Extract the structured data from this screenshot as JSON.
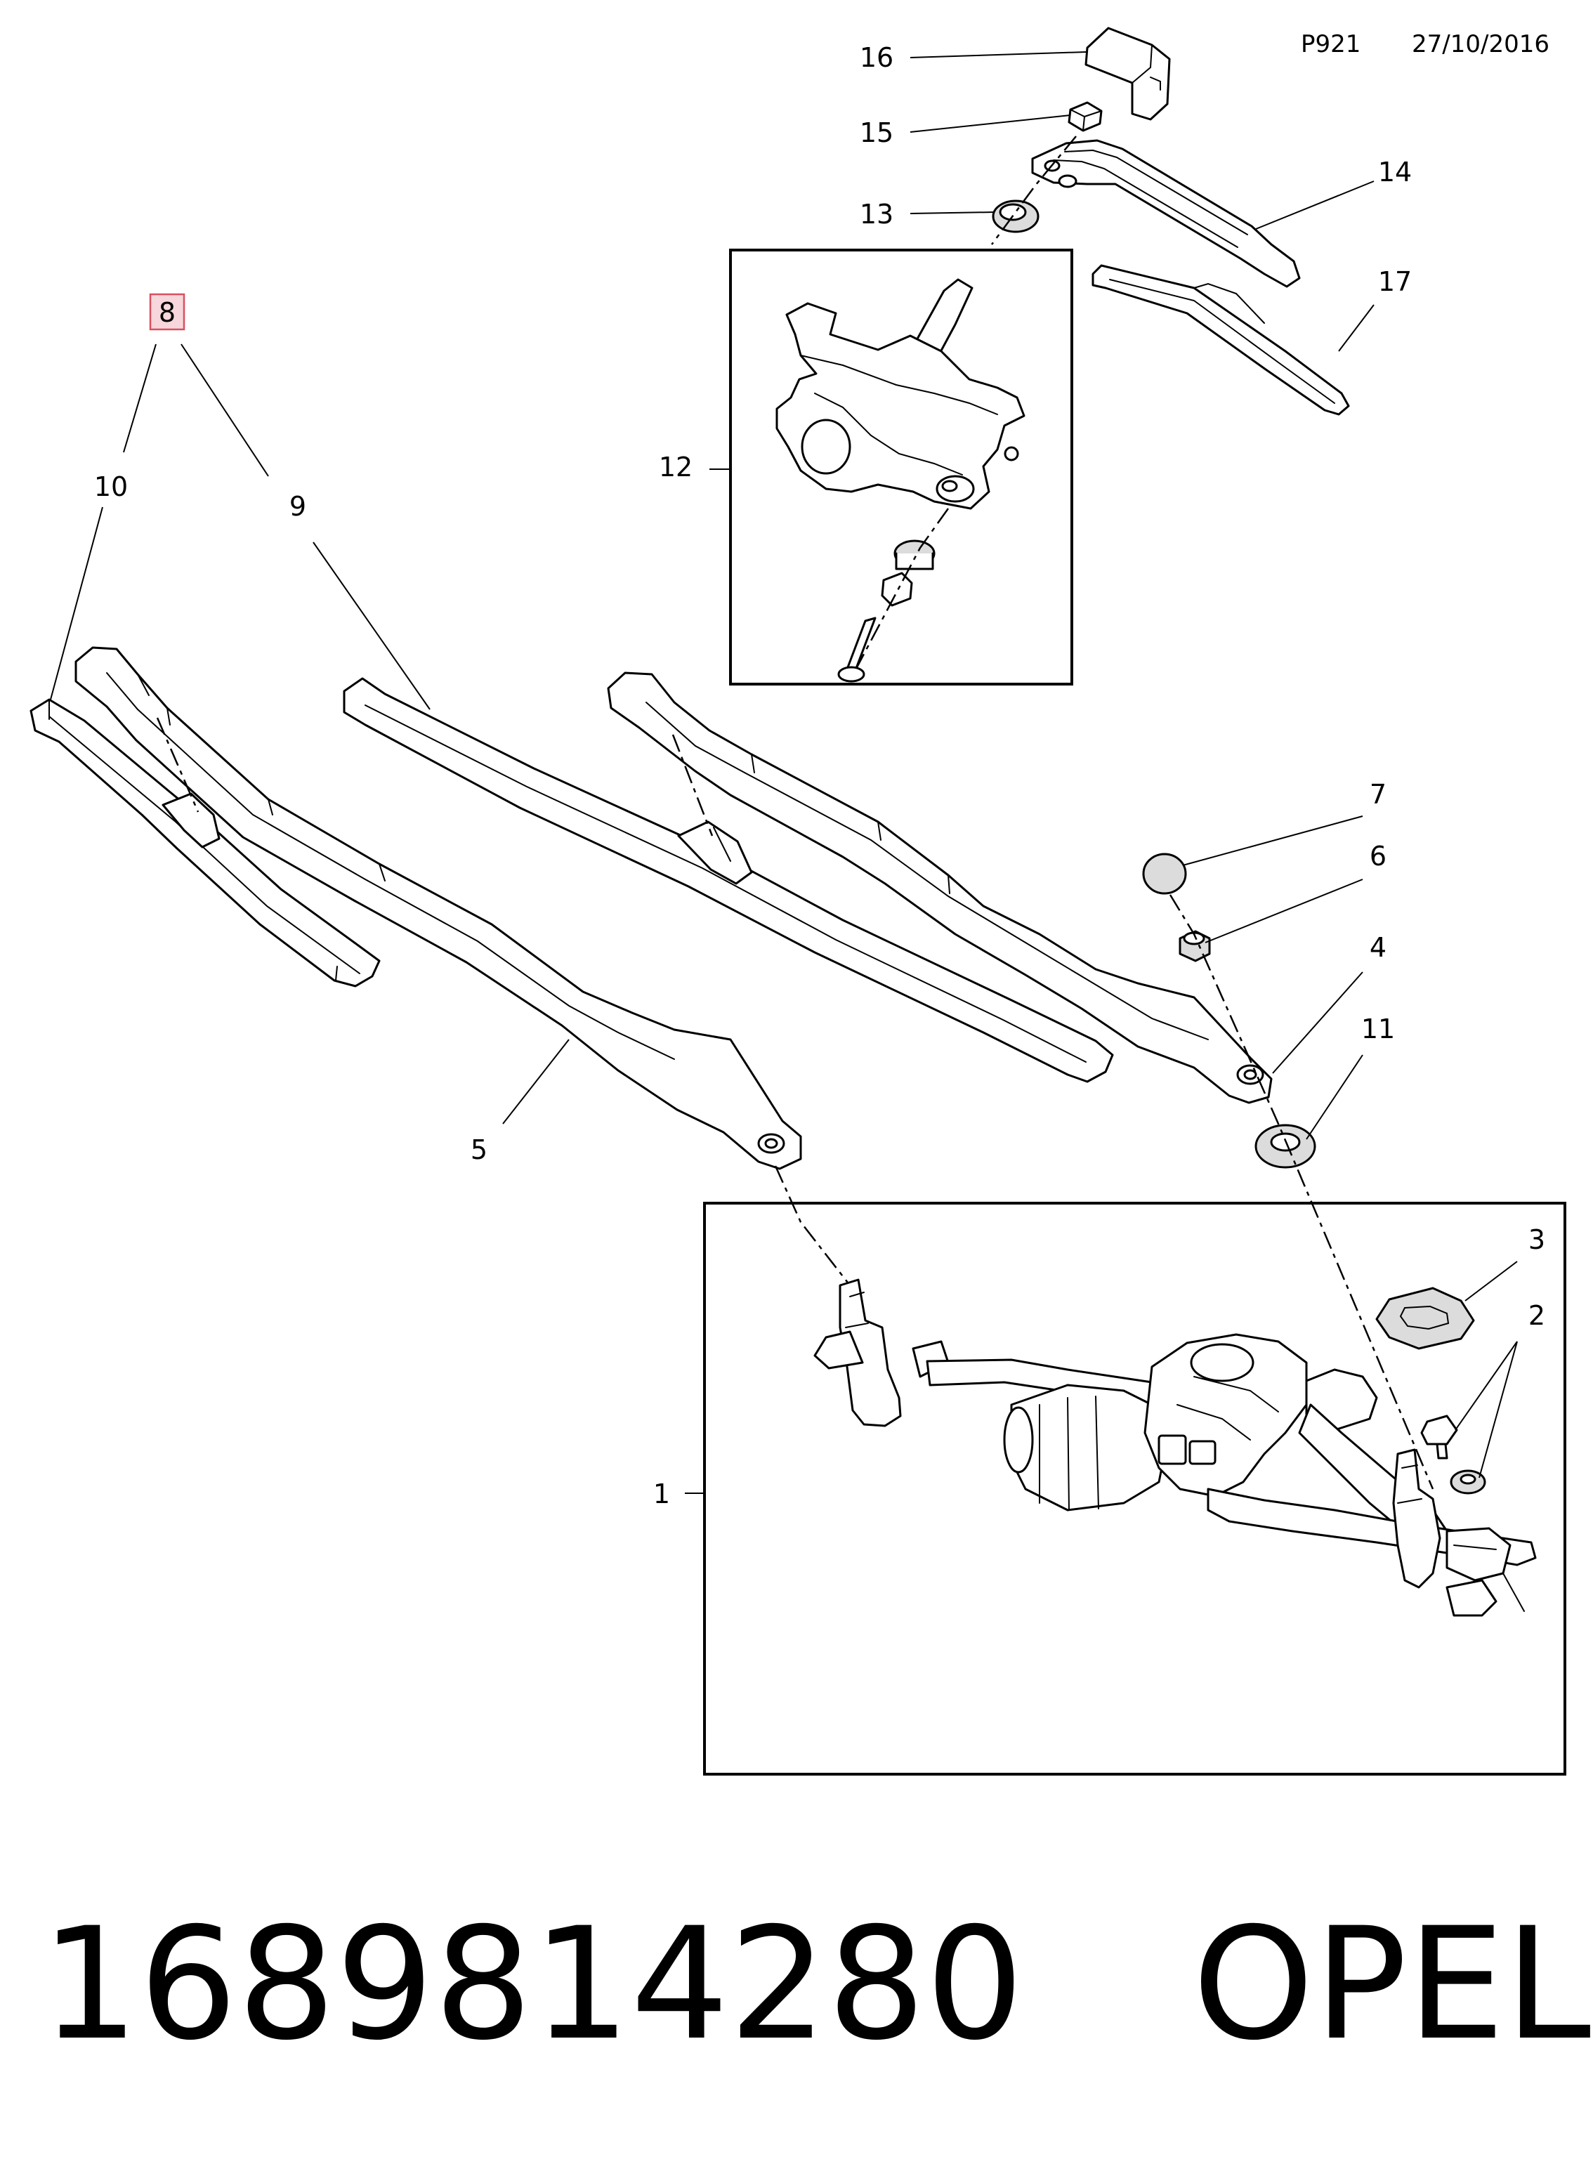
{
  "header": {
    "diagram_code": "P921",
    "date": "27/10/2016"
  },
  "callouts": {
    "c1": "1",
    "c2": "2",
    "c3": "3",
    "c4": "4",
    "c5": "5",
    "c6": "6",
    "c7": "7",
    "c8": "8",
    "c9": "9",
    "c10": "10",
    "c11": "11",
    "c12": "12",
    "c13": "13",
    "c14": "14",
    "c15": "15",
    "c16": "16",
    "c17": "17"
  },
  "highlighted_callout": "8",
  "highlight_color": "#d9505f",
  "footer": {
    "part_number": "1689814280",
    "brand": "OPEL"
  }
}
